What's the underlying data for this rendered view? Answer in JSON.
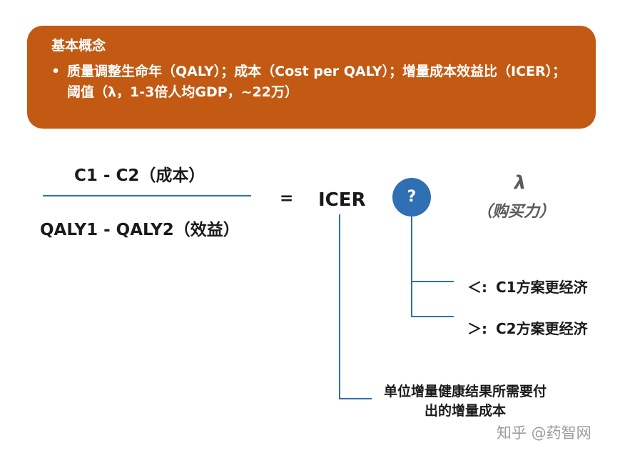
{
  "concepts": {
    "title": "基本概念",
    "bullet": "•",
    "item": "质量调整生命年（QALY）；成本（Cost per QALY）；增量成本效益比（ICER）；阈值（λ，1-3倍人均GDP，~22万）"
  },
  "formula": {
    "numerator": "C1 - C2（成本）",
    "denominator": "QALY1 - QALY2（效益）",
    "equals": "=",
    "result": "ICER"
  },
  "comparison": {
    "badge": "?",
    "threshold_symbol": "λ",
    "threshold_caption": "（购买力）",
    "less_than_operator": "＜:",
    "less_than_text": "C1方案更经济",
    "greater_than_operator": "＞:",
    "greater_than_text": "C2方案更经济"
  },
  "icer_definition": "单位增量健康结果所需要付出的增量成本",
  "watermark": "知乎 @药智网",
  "colors": {
    "concept_box": "#c25a14",
    "accent_blue": "#2f6fb4",
    "lambda_gray": "#5a5a5a",
    "watermark_gray": "#9a9a9a"
  }
}
